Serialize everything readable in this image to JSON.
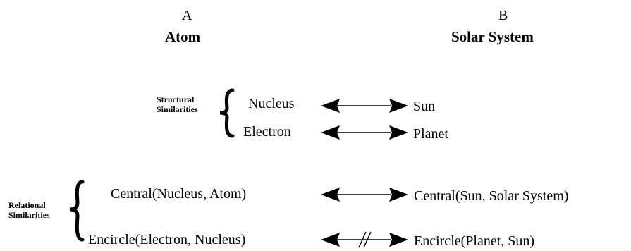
{
  "columns": {
    "a": {
      "letter": "A",
      "title": "Atom"
    },
    "b": {
      "letter": "B",
      "title": "Solar System"
    }
  },
  "groups": {
    "structural": {
      "label_line1": "Structural",
      "label_line2": "Similarities",
      "rows": [
        {
          "left": "Nucleus",
          "right": "Sun",
          "mapped": true
        },
        {
          "left": "Electron",
          "right": "Planet",
          "mapped": true
        }
      ]
    },
    "relational": {
      "label_line1": "Relational",
      "label_line2": "Similarities",
      "rows": [
        {
          "left": "Central(Nucleus, Atom)",
          "right": "Central(Sun, Solar System)",
          "mapped": true
        },
        {
          "left": "Encircle(Electron, Nucleus)",
          "right": "Encircle(Planet, Sun)",
          "mapped": false
        }
      ]
    }
  }
}
